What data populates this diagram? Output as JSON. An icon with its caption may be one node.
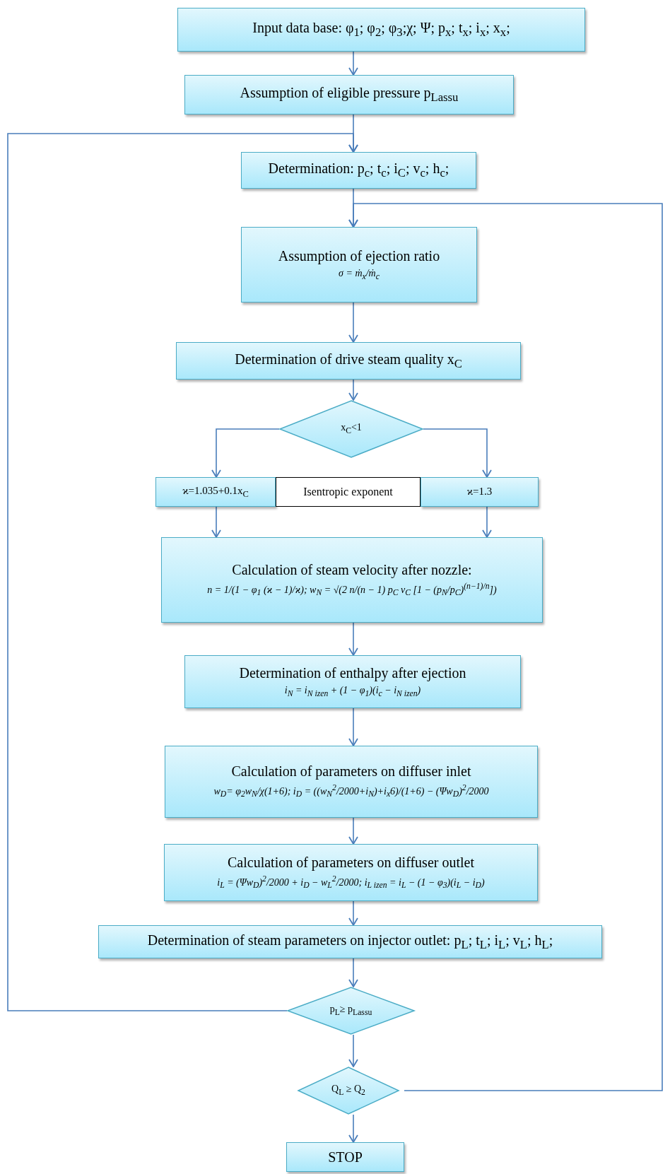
{
  "diagram": {
    "nodes": [
      {
        "text": [
          "Input data base: φ$_{1}$; φ$_{2}$; φ$_{3}$;χ; Ψ; p$_{x}$; t$_{x}$; i$_{x}$; x$_{x}$;"
        ]
      },
      {
        "text": [
          "Assumption of eligible pressure p$_{Lassu}$"
        ]
      },
      {
        "text": [
          "Determination: p$_{c}$; t$_{c}$; i$_{C}$; v$_{c}$; h$_{c}$;"
        ]
      },
      {
        "text": [
          "Assumption of ejection ratio",
          "σ = ṁ$_{x}$/ṁ$_{c}$"
        ]
      },
      {
        "text": [
          "Determination of drive steam quality x$_{C}$"
        ]
      },
      {
        "text": [
          "x$_{C}$<1"
        ]
      },
      {
        "text": [
          "ϰ=1.035+0.1x$_{C}$"
        ]
      },
      {
        "text": [
          "Isentropic exponent"
        ]
      },
      {
        "text": [
          "ϰ=1.3"
        ]
      },
      {
        "text": [
          "Calculation of steam velocity after nozzle:",
          "n = 1/(1 − φ$_{1}$ (ϰ − 1)/ϰ);  w$_{N}$ = √(2 n/(n − 1) p$_{C}$ v$_{C}$ [1 − (p$_{N}$/p$_{C}$)$^{(n−1)/n}$])"
        ]
      },
      {
        "text": [
          "Determination of enthalpy after ejection",
          "i$_{N}$ = i$_{N izen}$ + (1 − φ$_{1}$)(i$_{c}$ − i$_{N izen}$)"
        ]
      },
      {
        "text": [
          "Calculation of parameters on diffuser inlet",
          "w$_{D}$= φ$_{2}$w$_{N}$/χ(1+6);  i$_{D}$ = ((w$_{N}$$^{2}$/2000+i$_{N}$)+i$_{x}$6)/(1+6) − (Ψw$_{D}$)$^{2}$/2000"
        ]
      },
      {
        "text": [
          "Calculation of parameters on diffuser outlet",
          "i$_{L}$ = (Ψw$_{D}$)$^{2}$/2000 + i$_{D}$ − w$_{L}$$^{2}$/2000;  i$_{L izen}$ = i$_{L}$ − (1 − φ$_{3}$)(i$_{L}$ − i$_{D}$)"
        ]
      },
      {
        "text": [
          "Determination of steam parameters on injector outlet: p$_{L}$; t$_{L}$; i$_{L}$; v$_{L}$; h$_{L}$;"
        ]
      },
      {
        "text": [
          "p$_{L}$≥ p$_{Lassu}$"
        ]
      },
      {
        "text": [
          "Q$_{L}$ ≥ Q$_{2}$"
        ]
      },
      {
        "text": [
          "STOP"
        ]
      }
    ],
    "edges": [
      {
        "from": 0,
        "to": 1,
        "arrow": "to"
      },
      {
        "from": 1,
        "to": 2,
        "arrow": "to"
      },
      {
        "from": 2,
        "to": 3,
        "arrow": "to"
      },
      {
        "from": 3,
        "to": 4,
        "arrow": "to"
      },
      {
        "from": 4,
        "to": 5,
        "arrow": "to"
      },
      {
        "from": 5,
        "to": 6,
        "arrow": "to"
      },
      {
        "from": 5,
        "to": 8,
        "arrow": "to"
      },
      {
        "from": 6,
        "to": 9,
        "arrow": "to"
      },
      {
        "from": 8,
        "to": 9,
        "arrow": "to"
      },
      {
        "from": 9,
        "to": 10,
        "arrow": "to"
      },
      {
        "from": 10,
        "to": 11,
        "arrow": "to"
      },
      {
        "from": 11,
        "to": 12,
        "arrow": "to"
      },
      {
        "from": 12,
        "to": 13,
        "arrow": "to"
      },
      {
        "from": 13,
        "to": 14,
        "arrow": "to"
      },
      {
        "from": 14,
        "to": 15,
        "arrow": "to"
      },
      {
        "from": 15,
        "to": 16,
        "arrow": "to"
      },
      {
        "from": 14,
        "to": 2,
        "arrow": "to"
      },
      {
        "from": 15,
        "to": 3,
        "arrow": "to"
      }
    ]
  }
}
